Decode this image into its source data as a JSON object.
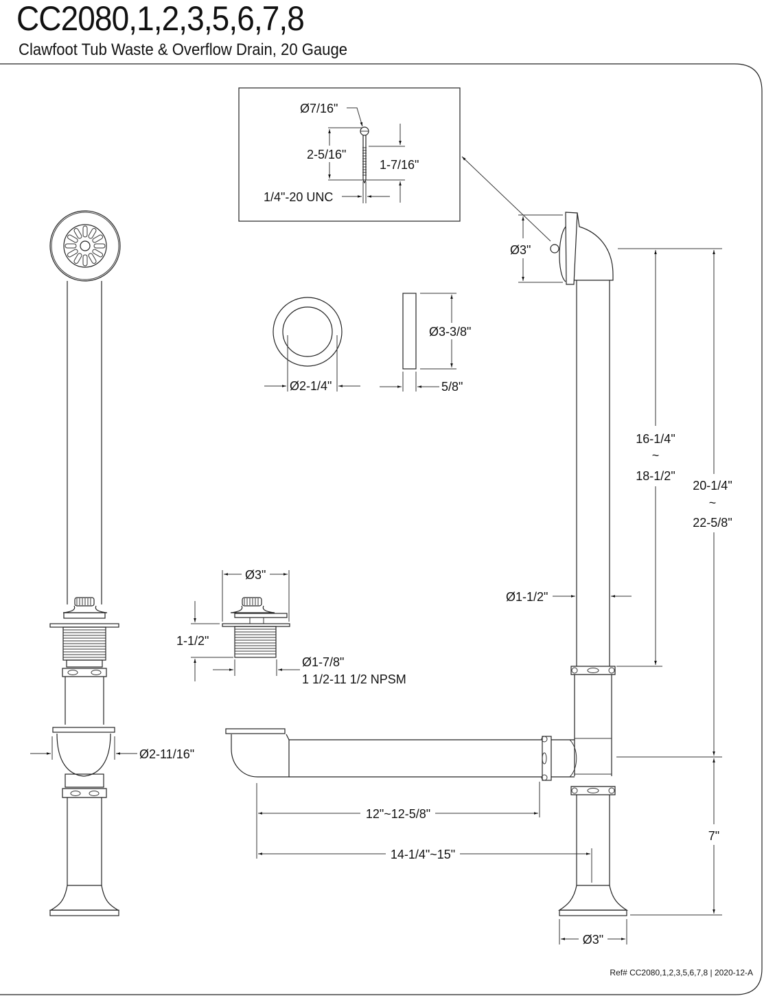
{
  "header": {
    "model_numbers": "CC2080,1,2,3,5,6,7,8",
    "product_name": "Clawfoot Tub Waste & Overflow Drain, 20 Gauge"
  },
  "detail_box": {
    "screw_head_diameter": "Ø7/16\"",
    "screw_total_length": "2-5/16\"",
    "thread_length": "1-7/16\"",
    "thread_spec": "1/4\"-20 UNC"
  },
  "washers": {
    "ring_inner_diameter": "Ø2-1/4\"",
    "side_diameter": "Ø3-3/8\"",
    "side_thickness": "5/8\""
  },
  "overflow": {
    "faceplate_diameter": "Ø3\"",
    "pipe_diameter": "Ø1-1/2\"",
    "pipe_length_range": {
      "min": "16-1/4\"",
      "sep": "~",
      "max": "18-1/2\""
    },
    "overall_height_range": {
      "min": "20-1/4\"",
      "sep": "~",
      "max": "22-5/8\""
    }
  },
  "drain_stopper": {
    "flange_diameter": "Ø3\"",
    "height": "1-1/2\"",
    "thread_diameter": "Ø1-7/8\"",
    "thread_spec": "1 1/2-11 1/2 NPSM"
  },
  "shoe": {
    "body_diameter": "Ø2-11/16\""
  },
  "tee": {
    "drain_arm_length": "12\"~12-5/8\"",
    "overall_span": "14-1/4\"~15\"",
    "floor_height": "7\"",
    "floor_flange_diameter": "Ø3\""
  },
  "footer": {
    "reference": "Ref# CC2080,1,2,3,5,6,7,8 | 2020-12-A"
  }
}
